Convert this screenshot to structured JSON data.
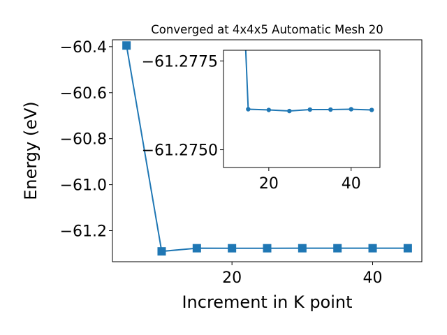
{
  "chart_data": [
    {
      "type": "line",
      "title": "Converged at 4x4x5 Automatic Mesh 20",
      "xlabel": "Increment in K point",
      "ylabel": "Energy (eV)",
      "xlim": [
        3.0,
        47.0
      ],
      "ylim": [
        -61.335,
        -60.37
      ],
      "xticks": [
        20,
        40
      ],
      "yticks": [
        -60.4,
        -60.6,
        -60.8,
        -61.0,
        -61.2
      ],
      "color": "#1f77b4",
      "marker": "square",
      "x": [
        5,
        10,
        15,
        20,
        25,
        30,
        35,
        40,
        45
      ],
      "y": [
        -60.395,
        -61.29,
        -61.2763,
        -61.2764,
        -61.2764,
        -61.2763,
        -61.2763,
        -61.2763,
        -61.2763
      ]
    },
    {
      "type": "line",
      "title": "",
      "xlabel": "",
      "ylabel": "",
      "xlim": [
        9.0,
        47.0
      ],
      "ylim": [
        -61.2745,
        -61.2778
      ],
      "xticks": [
        20,
        40
      ],
      "yticks": [
        -61.2775,
        -61.275
      ],
      "color": "#1f77b4",
      "marker": "circle",
      "x": [
        10,
        15,
        20,
        25,
        30,
        35,
        40,
        45
      ],
      "y": [
        -61.29,
        -61.27614,
        -61.27612,
        -61.27609,
        -61.27613,
        -61.27613,
        -61.27614,
        -61.27612
      ]
    }
  ]
}
